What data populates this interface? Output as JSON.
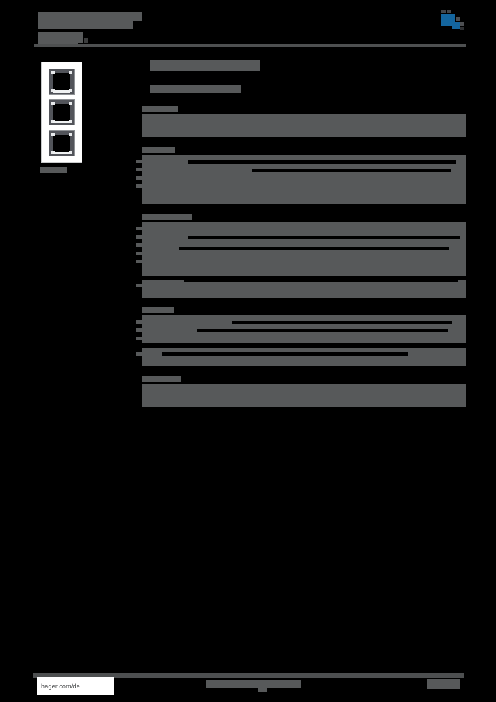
{
  "document": {
    "kind": "product-datasheet",
    "brand_logo": "hager-logo-icon",
    "accent_color": "#14659e",
    "redaction_color": "#57595a",
    "page_background": "#000000"
  },
  "header": {
    "title_line1": "",
    "title_line2": "",
    "subtitle": "",
    "divider": true
  },
  "product_image": {
    "name": "3-gang vertical switch frame",
    "gang_count": 3,
    "caption": ""
  },
  "main": {
    "title": "",
    "subtitle": "",
    "sections": [
      {
        "heading": "",
        "rows": [
          {
            "label": "",
            "value": ""
          },
          {
            "label": "",
            "value": ""
          },
          {
            "label": "",
            "value": ""
          }
        ]
      },
      {
        "heading": "",
        "rows": [
          {
            "label": "",
            "value": ""
          },
          {
            "label": "",
            "value": ""
          },
          {
            "label": "",
            "value": ""
          },
          {
            "label": "",
            "value": ""
          },
          {
            "label": "",
            "value": ""
          },
          {
            "label": "",
            "value": ""
          }
        ]
      },
      {
        "heading": "",
        "rows": [
          {
            "label": "",
            "value": ""
          },
          {
            "label": "",
            "value": ""
          },
          {
            "label": "",
            "value": ""
          },
          {
            "label": "",
            "value": ""
          },
          {
            "label": "",
            "value": ""
          },
          {
            "label": "",
            "value": ""
          },
          {
            "label": "",
            "value": ""
          },
          {
            "label": "",
            "value": ""
          }
        ]
      },
      {
        "heading": "",
        "rows": [
          {
            "label": "",
            "value": ""
          },
          {
            "label": "",
            "value": ""
          },
          {
            "label": "",
            "value": ""
          },
          {
            "label": "",
            "value": ""
          },
          {
            "label": "",
            "value": ""
          },
          {
            "label": "",
            "value": ""
          }
        ]
      },
      {
        "heading": "",
        "rows": [
          {
            "label": "",
            "value": ""
          },
          {
            "label": "",
            "value": ""
          }
        ]
      },
      {
        "heading": "",
        "rows": [
          {
            "label": "",
            "value": ""
          },
          {
            "label": "",
            "value": ""
          }
        ]
      }
    ]
  },
  "footer": {
    "url": "hager.com/de",
    "center_text": "",
    "page_number": ""
  }
}
